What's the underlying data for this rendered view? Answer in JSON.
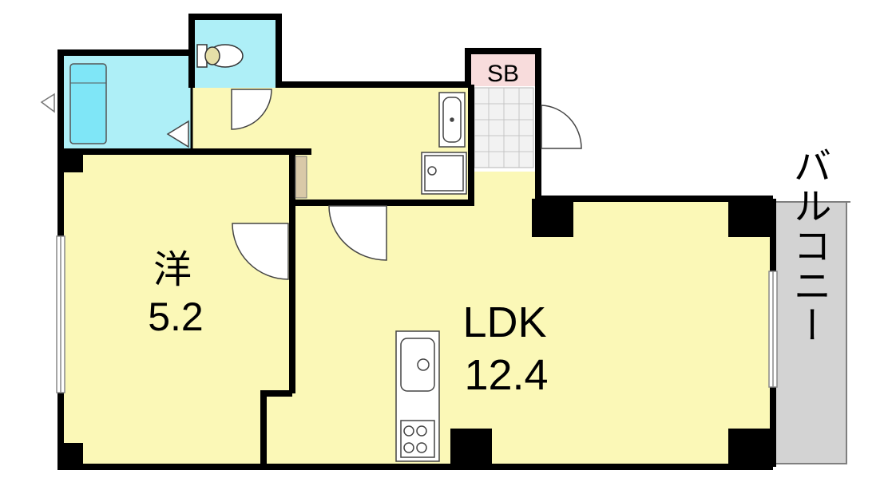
{
  "rooms": {
    "western_room": {
      "label": "洋",
      "size": "5.2"
    },
    "ldk": {
      "label": "LDK",
      "size": "12.4"
    },
    "storage": {
      "label": "SB"
    },
    "balcony": {
      "label": "バルコニー"
    }
  },
  "colors": {
    "wall": "#000000",
    "room_fill": "#fbf8b7",
    "wet_area_fill": "#aeeff7",
    "sb_fill": "#f8dcdc",
    "balcony_fill": "#d3d3d3",
    "entrance_tile": "#f2f2f2",
    "outline": "#7f7f7f"
  }
}
